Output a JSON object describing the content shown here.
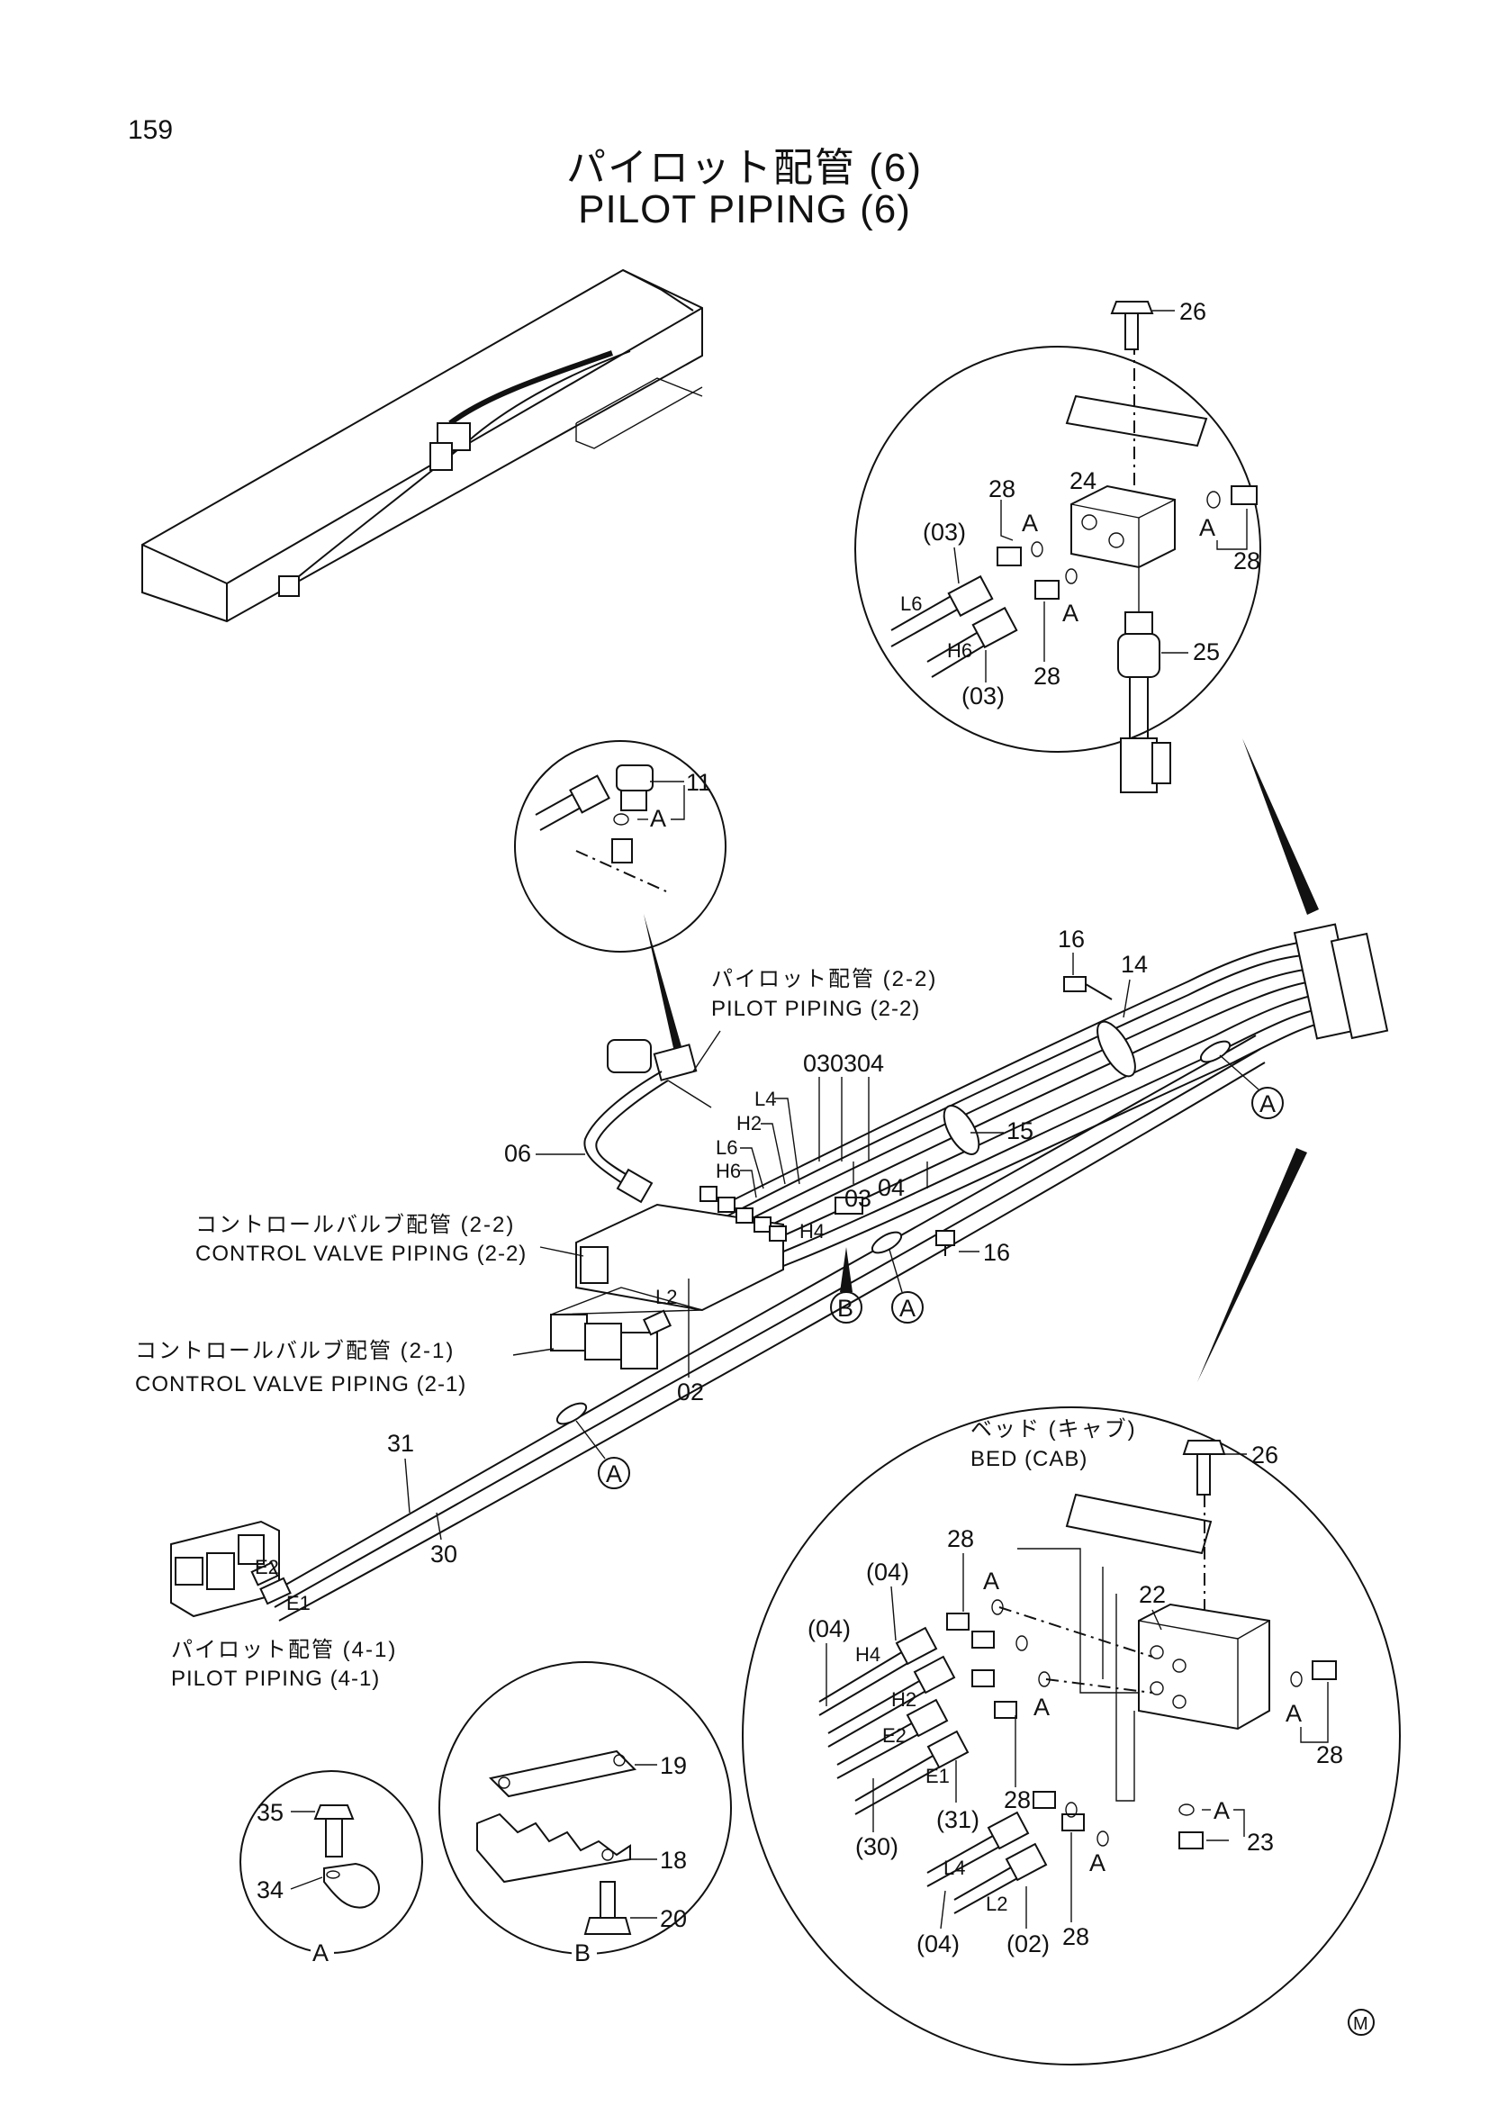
{
  "page": {
    "number": "159"
  },
  "title": {
    "jp": "パイロット配管 (6)",
    "en": "PILOT PIPING (6)"
  },
  "references": {
    "pp22_jp": "パイロット配管 (2-2)",
    "pp22_en": "PILOT PIPING (2-2)",
    "cv22_jp": "コントロールバルブ配管 (2-2)",
    "cv22_en": "CONTROL VALVE PIPING (2-2)",
    "cv21_jp": "コントロールバルブ配管 (2-1)",
    "cv21_en": "CONTROL VALVE PIPING (2-1)",
    "pp41_jp": "パイロット配管 (4-1)",
    "pp41_en": "PILOT PIPING (4-1)",
    "bed_jp": "ベッド (キャブ)",
    "bed_en": "BED (CAB)"
  },
  "callouts": {
    "p02": "02",
    "p03": "03",
    "p04": "04",
    "p06": "06",
    "p0303": "0303",
    "p11": "11",
    "p14": "14",
    "p15": "15",
    "p16": "16",
    "p18": "18",
    "p19": "19",
    "p20": "20",
    "p22": "22",
    "p23": "23",
    "p24": "24",
    "p25": "25",
    "p26": "26",
    "p28": "28",
    "p30": "30",
    "p31": "31",
    "p34": "34",
    "p35": "35",
    "ref02": "(02)",
    "ref03": "(03)",
    "ref04": "(04)",
    "ref30": "(30)",
    "ref31": "(31)"
  },
  "port_labels": {
    "L2": "L2",
    "L4": "L4",
    "L6": "L6",
    "H2": "H2",
    "H4": "H4",
    "H6": "H6",
    "E1": "E1",
    "E2": "E2"
  },
  "detail_markers": {
    "A": "A",
    "B": "B"
  },
  "mark": "M",
  "icons": [
    "bolt-icon",
    "fitting-icon",
    "o-ring-icon",
    "clamp-icon",
    "pressure-switch-icon",
    "valve-block-icon"
  ]
}
